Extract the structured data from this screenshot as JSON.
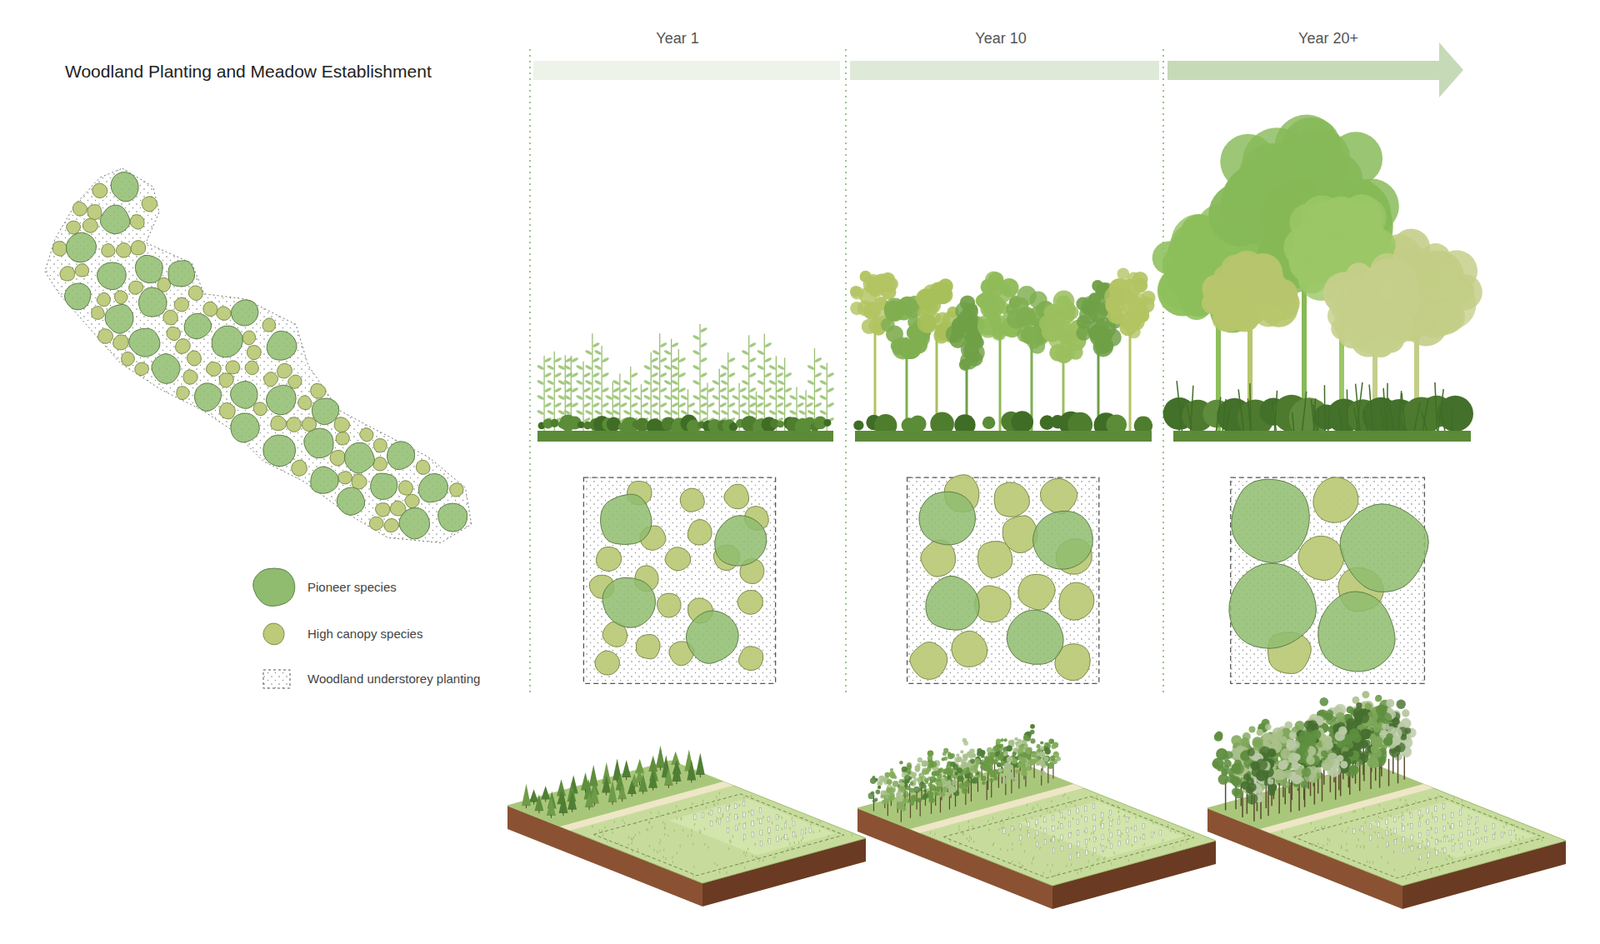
{
  "diagram": {
    "title": "Woodland Planting and Meadow Establishment",
    "labels": [
      "Year 1",
      "Year 10",
      "Year 20+"
    ],
    "legend": [
      {
        "text": "Pioneer species",
        "color": "#8fbc6f"
      },
      {
        "text": "High canopy species",
        "color": "#bcca7a"
      },
      {
        "text": "Woodland understorey planting"
      }
    ]
  }
}
